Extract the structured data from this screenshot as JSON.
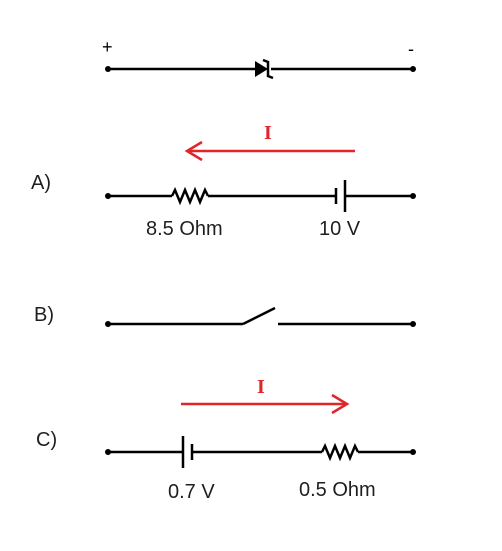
{
  "colors": {
    "wire": "#000000",
    "current": "#e0262b"
  },
  "zener": {
    "plus": "+",
    "minus": "-"
  },
  "options": [
    {
      "letter": "A)",
      "current_label": "I",
      "resistor_label": "8.5 Ohm",
      "battery_label": "10 V"
    },
    {
      "letter": "B)"
    },
    {
      "letter": "C)",
      "current_label": "I",
      "battery_label": "0.7 V",
      "resistor_label": "0.5 Ohm"
    }
  ]
}
